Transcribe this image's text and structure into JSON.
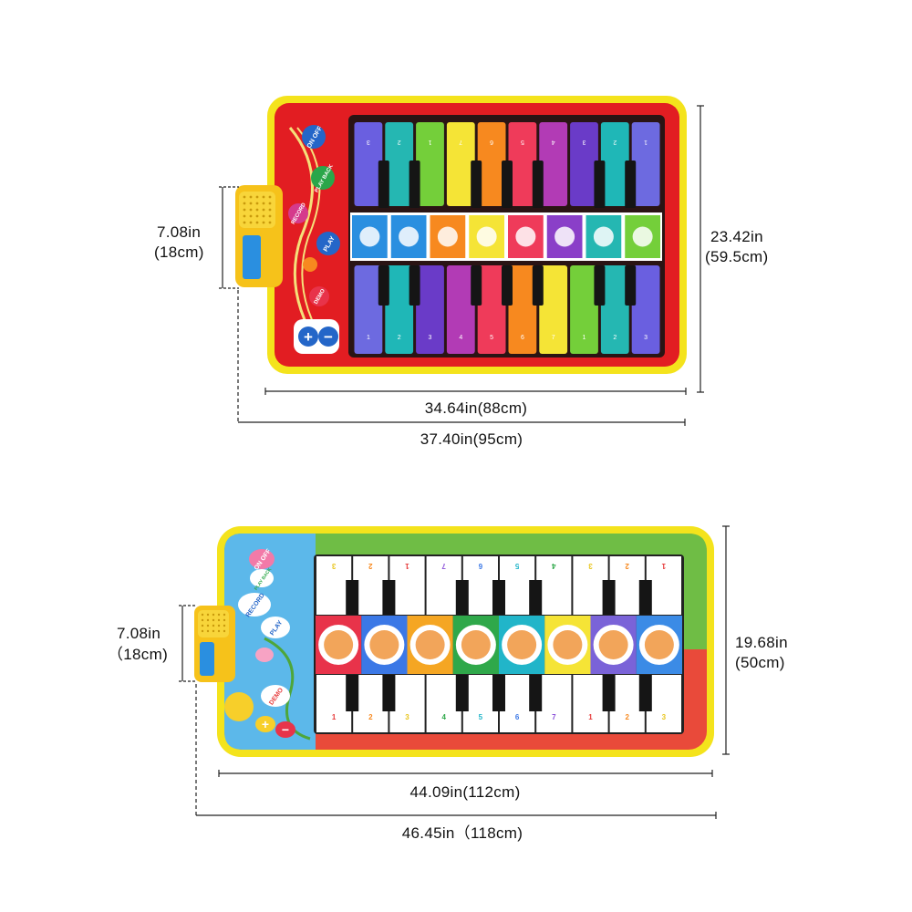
{
  "mat1": {
    "controls": {
      "on_off": "ON OFF",
      "play_back": "PLAY BACK",
      "record": "RECORD",
      "play": "PLAY",
      "demo": "DEMO",
      "plus": "+",
      "minus": "−"
    },
    "key_colors": [
      "#6d6ae0",
      "#1fb7b7",
      "#6a3bc8",
      "#b23bb5",
      "#ef3b5a",
      "#f7891f",
      "#f5e436",
      "#74cf3a",
      "#25b7b2",
      "#6a5fe0",
      "#6a5fe0"
    ],
    "top_numbers": [
      "3",
      "2",
      "1",
      "7",
      "6",
      "5",
      "4",
      "3",
      "2",
      "1"
    ],
    "bottom_numbers": [
      "1",
      "2",
      "3",
      "4",
      "5",
      "6",
      "7",
      "1",
      "2",
      "3"
    ],
    "instrument_icons": [
      "saxophone-icon",
      "guitar-icon",
      "flute-icon",
      "xylophone-icon",
      "trumpet-icon",
      "accordion-icon",
      "violin-icon",
      "keyboard-icon"
    ],
    "dims": {
      "height": "23.42in",
      "height_cm": "(59.5cm)",
      "width": "34.64in(88cm)",
      "total_width": "37.40in(95cm)",
      "box_height": "7.08in",
      "box_height_cm": "(18cm)"
    }
  },
  "mat2": {
    "controls": {
      "on_off": "ON OFF",
      "play_back": "PLAY BACK",
      "record": "RECORD",
      "play": "PLAY",
      "demo": "DEMO",
      "plus": "+",
      "minus": "−"
    },
    "top_numbers": [
      "3",
      "2",
      "1",
      "7",
      "6",
      "5",
      "4",
      "3",
      "2",
      "1"
    ],
    "bottom_numbers": [
      "1",
      "2",
      "3",
      "4",
      "5",
      "6",
      "7",
      "1",
      "2",
      "3"
    ],
    "number_colors": [
      "#e63a3a",
      "#f7891f",
      "#e8c51c",
      "#2fa84a",
      "#21b5c9",
      "#3b78e6",
      "#8a4fd8",
      "#e63a3a",
      "#f7891f",
      "#e8c51c"
    ],
    "animal_icons": [
      "frog-icon",
      "zebra-icon",
      "monkey-icon",
      "crocodile-icon",
      "elephant-icon",
      "lion-icon",
      "monkey-icon",
      "hippo-icon"
    ],
    "animal_tile_colors": [
      "#e8334a",
      "#3b78e6",
      "#f5a623",
      "#2fa84a",
      "#21b5c9",
      "#f5e436",
      "#7a63d8",
      "#3b8be6"
    ],
    "dims": {
      "height": "19.68in",
      "height_cm": "(50cm)",
      "width": "44.09in(112cm)",
      "total_width": "46.45in（118cm)",
      "box_height": "7.08in",
      "box_height_cm": "（18cm)"
    }
  }
}
